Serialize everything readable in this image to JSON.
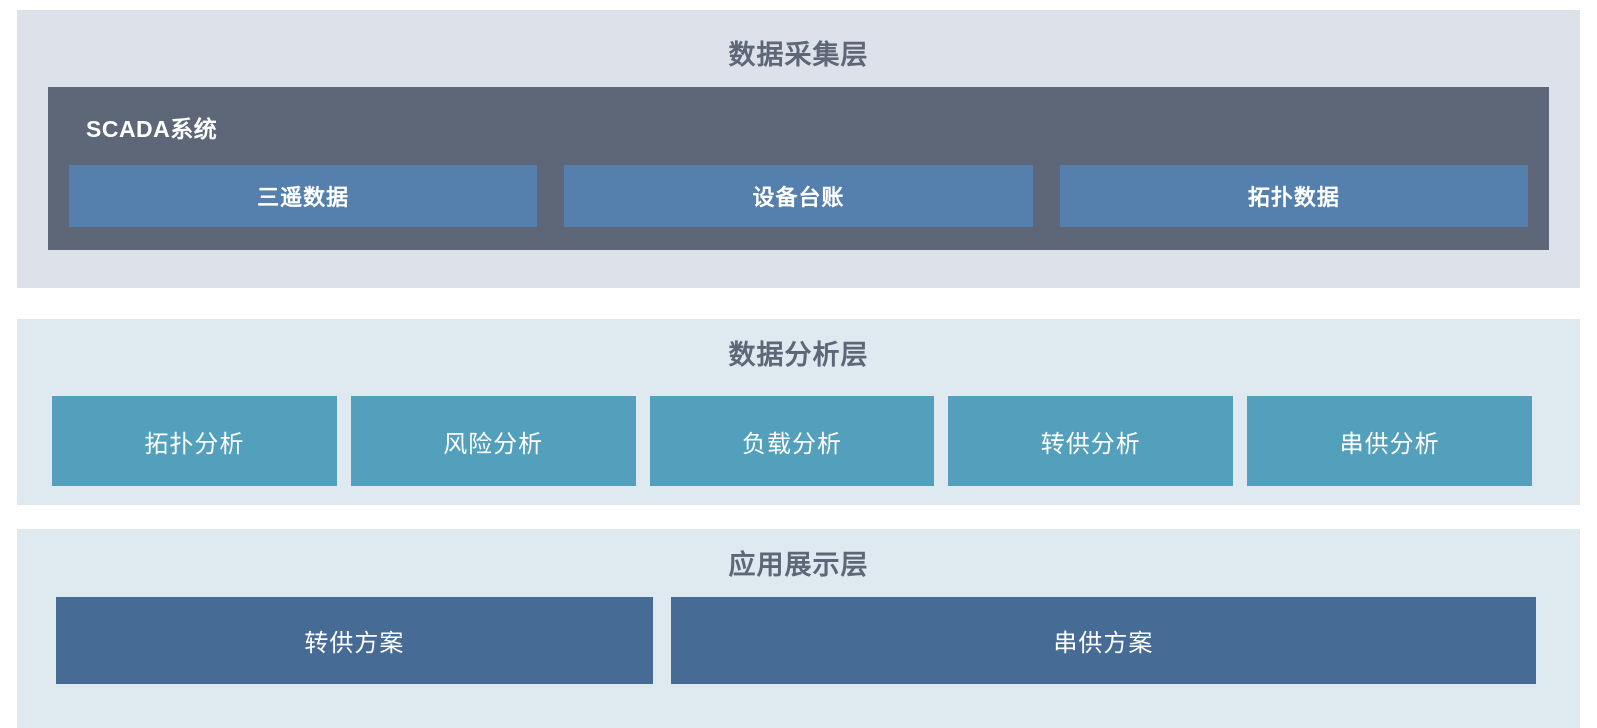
{
  "diagram": {
    "title_color": "#5D6778",
    "background": "#FFFFFF",
    "layers": [
      {
        "id": "acquisition",
        "title": "数据采集层",
        "panel_color": "#DDE2EA",
        "group": {
          "label": "SCADA系统",
          "color": "#5D6778",
          "items": [
            {
              "label": "三遥数据",
              "color": "#5580AE"
            },
            {
              "label": "设备台账",
              "color": "#5580AE"
            },
            {
              "label": "拓扑数据",
              "color": "#5580AE"
            }
          ]
        }
      },
      {
        "id": "analysis",
        "title": "数据分析层",
        "panel_color": "#DEEAF0",
        "items": [
          {
            "label": "拓扑分析",
            "color": "#52A0BC"
          },
          {
            "label": "风险分析",
            "color": "#52A0BC"
          },
          {
            "label": "负载分析",
            "color": "#52A0BC"
          },
          {
            "label": "转供分析",
            "color": "#52A0BC"
          },
          {
            "label": "串供分析",
            "color": "#52A0BC"
          }
        ]
      },
      {
        "id": "application",
        "title": "应用展示层",
        "panel_color": "#DEEAF0",
        "items": [
          {
            "label": "转供方案",
            "color": "#466C96"
          },
          {
            "label": "串供方案",
            "color": "#466C96"
          }
        ]
      }
    ]
  }
}
